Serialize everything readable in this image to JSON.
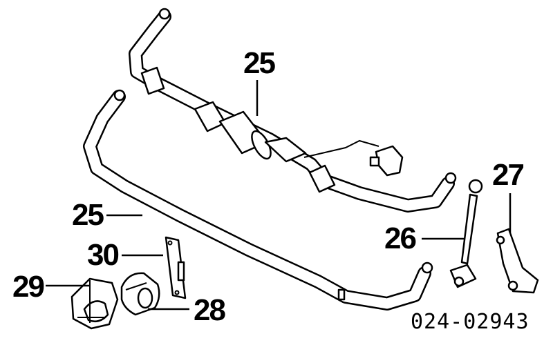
{
  "callouts": {
    "upper_bar": "25",
    "lower_bar": "25",
    "link": "26",
    "bracket": "27",
    "bushing": "28",
    "clamp": "29",
    "strap": "30"
  },
  "diagram_code": "024-02943"
}
